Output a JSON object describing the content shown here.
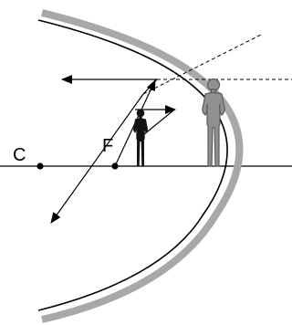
{
  "labels": {
    "center": "C",
    "focus": "F"
  },
  "colors": {
    "mirror_back": "#a8a8a8",
    "mirror_front": "#000000",
    "object_figure": "#909090",
    "object_outline": "#5a5a5a",
    "image_figure": "#111111",
    "ray": "#000000",
    "background": "#ffffff"
  },
  "icons": {
    "object": "standing-person-icon",
    "image": "standing-person-icon",
    "center_point": "point-dot",
    "focal_point": "point-dot"
  }
}
